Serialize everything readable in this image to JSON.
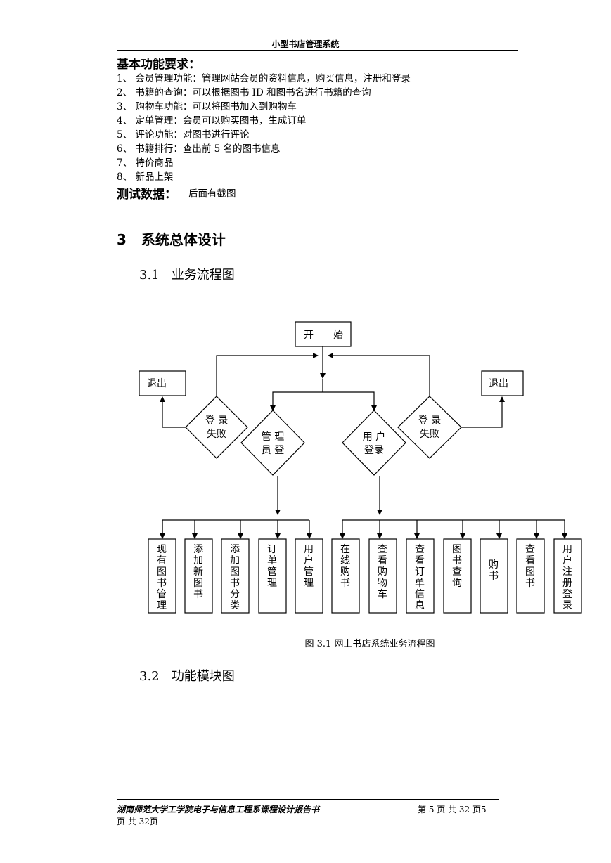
{
  "header": {
    "title": "小型书店管理系统"
  },
  "requirements": {
    "heading": "基本功能要求：",
    "items": [
      "1、 会员管理功能：管理网站会员的资料信息，购买信息，注册和登录",
      "2、 书籍的查询：可以根据图书 ID 和图书名进行书籍的查询",
      "3、 购物车功能：可以将图书加入到购物车",
      "4、 定单管理：会员可以购买图书，生成订单",
      "5、 评论功能：对图书进行评论",
      "6、 书籍排行：查出前 5 名的图书信息",
      "7、 特价商品",
      "8、 新品上架"
    ],
    "test_label": "测试数据：",
    "test_value": "后面有截图"
  },
  "section3": {
    "num": "3",
    "title": "系统总体设计",
    "sub1_num": "3.1",
    "sub1_title": "业务流程图",
    "sub2_num": "3.2",
    "sub2_title": "功能模块图"
  },
  "flowchart": {
    "start": "开　　始",
    "exit_left": "退出",
    "exit_right": "退出",
    "diamond_login_fail_left": [
      "登 录",
      "失败"
    ],
    "diamond_admin": [
      "管 理",
      "员 登"
    ],
    "diamond_user": [
      "用 户",
      "登录"
    ],
    "diamond_login_fail_right": [
      "登 录",
      "失败"
    ],
    "admin_boxes": [
      "现有图书管理",
      "添加新图书",
      "添加图书分类",
      "订单管理",
      "用户管理"
    ],
    "user_boxes": [
      "在线购书",
      "查看购物车",
      "查看订单信息",
      "图书查询",
      "购书",
      "查看图书",
      "用户注册登录"
    ]
  },
  "figure_caption": "图 3.1  网上书店系统业务流程图",
  "footer": {
    "left": "湖南师范大学工学院电子与信息工程系课程设计报告书",
    "right": "第 5 页 共 32 页5",
    "left2": "页 共 32页"
  }
}
